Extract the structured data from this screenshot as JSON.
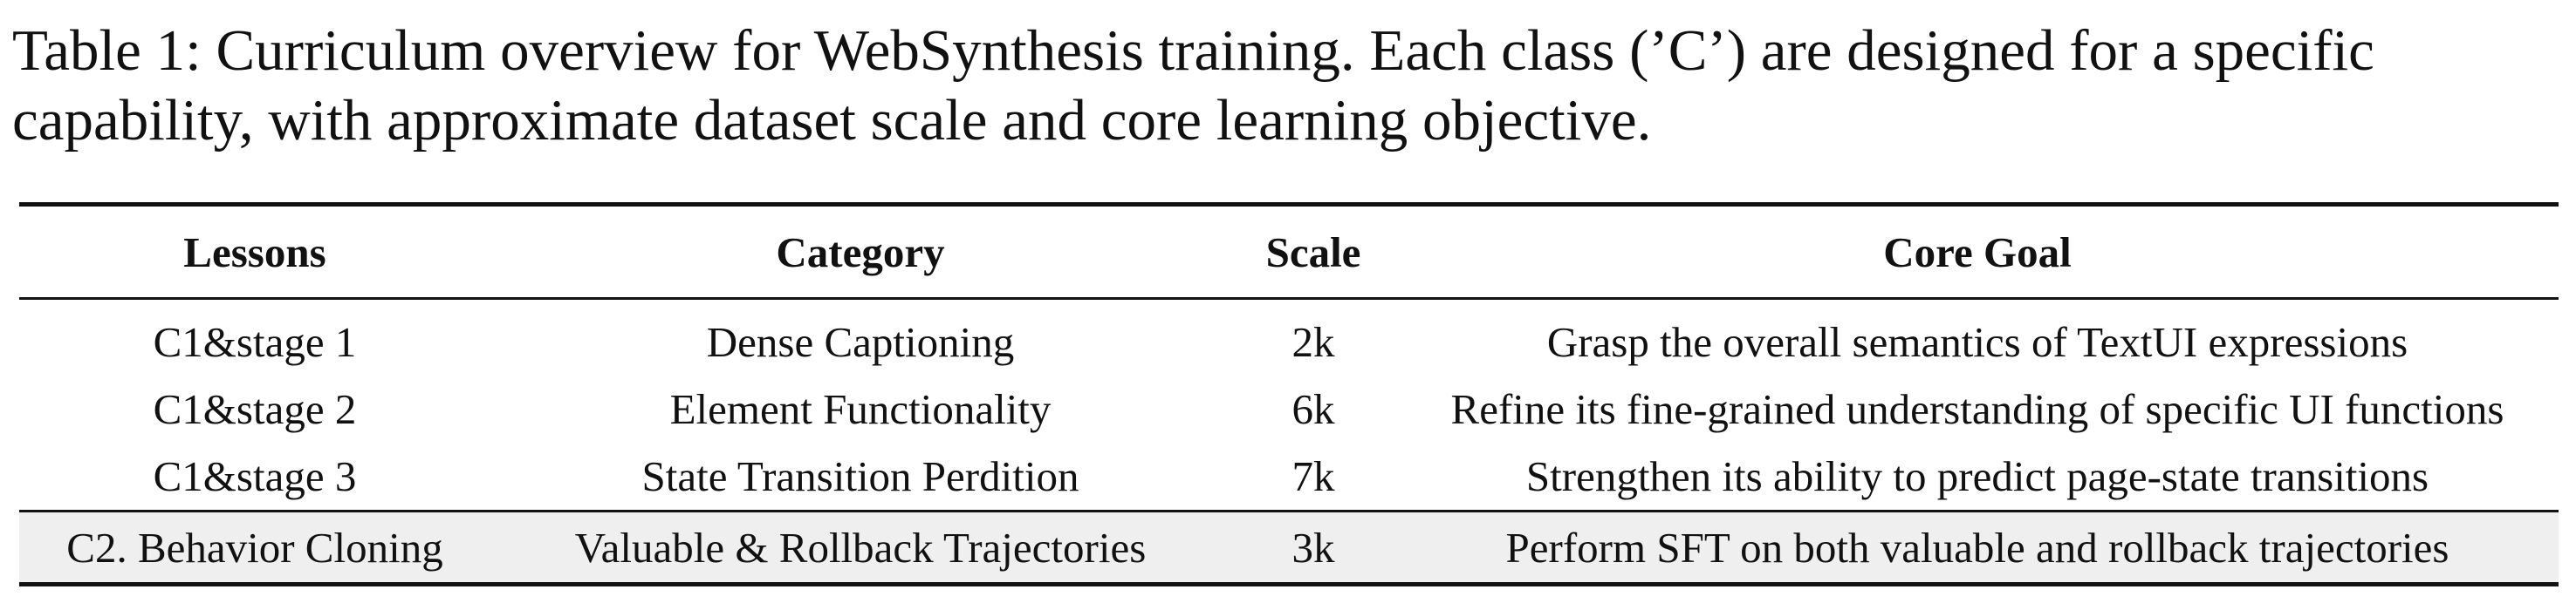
{
  "caption": {
    "line1": "Table 1: Curriculum overview for WebSynthesis training. Each class (’C’) are designed for a specific",
    "line2": "capability, with approximate dataset scale and core learning objective."
  },
  "table": {
    "headers": [
      "Lessons",
      "Category",
      "Scale",
      "Core Goal"
    ],
    "rows": [
      [
        "C1&stage 1",
        "Dense Captioning",
        "2k",
        "Grasp the overall semantics of TextUI expressions"
      ],
      [
        "C1&stage 2",
        "Element Functionality",
        "6k",
        "Refine its fine-grained understanding of specific UI functions"
      ],
      [
        "C1&stage 3",
        "State Transition Perdition",
        "7k",
        "Strengthen its ability to predict page-state transitions"
      ],
      [
        "C2. Behavior Cloning",
        "Valuable & Rollback Trajectories",
        "3k",
        "Perform SFT on both valuable and rollback trajectories"
      ]
    ],
    "highlight_color": "#efefef"
  }
}
